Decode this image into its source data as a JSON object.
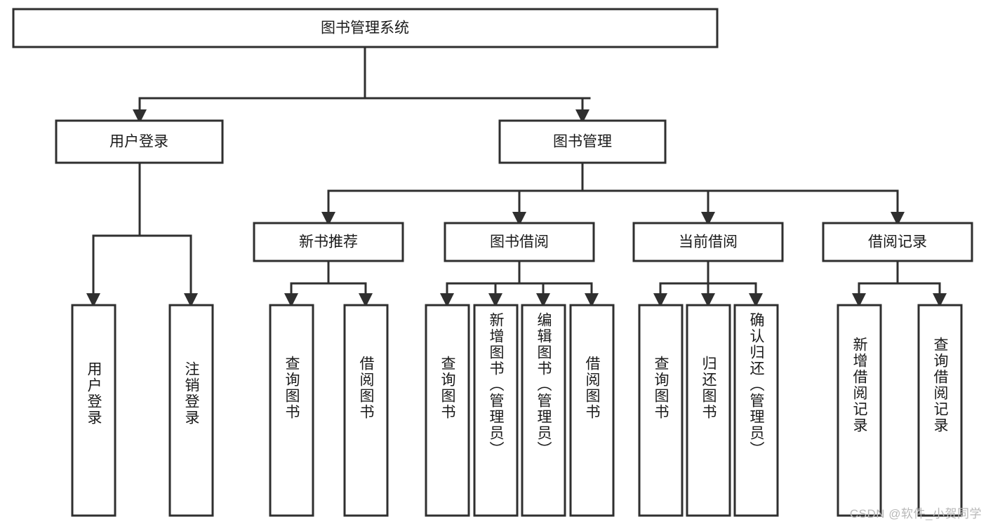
{
  "diagram": {
    "title": "图书管理系统",
    "type": "tree-hierarchy",
    "watermark": "CSDN @软件_小贺同学",
    "colors": {
      "stroke": "#2f2f2f",
      "fill": "#ffffff",
      "text": "#1a1a1a",
      "watermark": "#b8b8b8"
    },
    "root": {
      "label": "图书管理系统"
    },
    "level2": [
      {
        "label": "用户登录"
      },
      {
        "label": "图书管理"
      }
    ],
    "level3": [
      {
        "label": "新书推荐"
      },
      {
        "label": "图书借阅"
      },
      {
        "label": "当前借阅"
      },
      {
        "label": "借阅记录"
      }
    ],
    "leaves": [
      {
        "label": "用户登录",
        "parent": "用户登录"
      },
      {
        "label": "注销登录",
        "parent": "用户登录"
      },
      {
        "label": "查询图书",
        "parent": "新书推荐"
      },
      {
        "label": "借阅图书",
        "parent": "新书推荐"
      },
      {
        "label": "查询图书",
        "parent": "图书借阅"
      },
      {
        "label": "新增图书（管理员）",
        "parent": "图书借阅"
      },
      {
        "label": "编辑图书（管理员）",
        "parent": "图书借阅"
      },
      {
        "label": "借阅图书",
        "parent": "图书借阅"
      },
      {
        "label": "查询图书",
        "parent": "当前借阅"
      },
      {
        "label": "归还图书",
        "parent": "当前借阅"
      },
      {
        "label": "确认归还（管理员）",
        "parent": "当前借阅"
      },
      {
        "label": "新增借阅记录",
        "parent": "借阅记录"
      },
      {
        "label": "查询借阅记录",
        "parent": "借阅记录"
      }
    ]
  }
}
